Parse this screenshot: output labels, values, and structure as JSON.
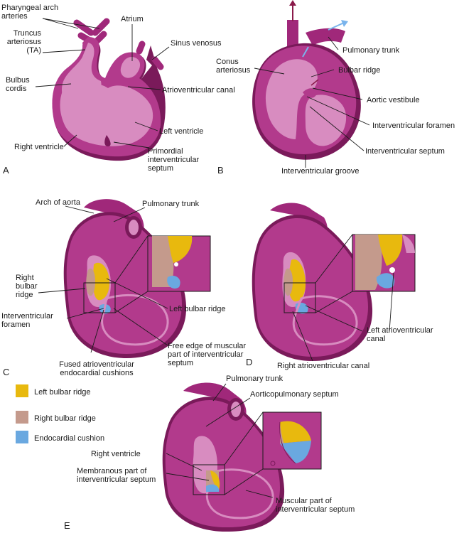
{
  "colors": {
    "heart_dark": "#7a1a5a",
    "heart_mid": "#a0287a",
    "heart_main": "#b23a8c",
    "heart_light": "#d88cc0",
    "lumen": "#e9a9d3",
    "left_bulbar_ridge": "#e8b90e",
    "right_bulbar_ridge": "#c49a8c",
    "endocardial_cushion": "#6aa8e0",
    "flow_arrow_red": "#8a1a4a",
    "flow_arrow_blue": "#7ab4ec"
  },
  "panels": {
    "A": {
      "letter": "A",
      "labels": {
        "pharyngeal": "Pharyngeal arch\narteries",
        "truncus": "Truncus\narteriosus\n(TA)",
        "bulbus": "Bulbus\ncordis",
        "right_ventricle": "Right ventricle",
        "atrium": "Atrium",
        "sinus_venosus": "Sinus venosus",
        "av_canal": "Atrioventricular canal",
        "left_ventricle": "Left ventricle",
        "primordial_iv_septum": "Primordial\ninterventricular\nseptum"
      }
    },
    "B": {
      "letter": "B",
      "labels": {
        "pulmonary_trunk": "Pulmonary trunk",
        "conus": "Conus\narteriosus",
        "bulbar_ridge": "Bulbar ridge",
        "aortic_vestibule": "Aortic vestibule",
        "iv_foramen": "Interventricular foramen",
        "iv_septum": "Interventricular septum",
        "iv_groove": "Interventricular groove"
      }
    },
    "C": {
      "letter": "C",
      "labels": {
        "arch_of_aorta": "Arch of aorta",
        "pulmonary_trunk": "Pulmonary trunk",
        "right_bulbar_ridge": "Right\nbulbar\nridge",
        "iv_foramen": "Interventricular\nforamen",
        "left_bulbar_ridge": "Left bulbar ridge",
        "fused_cushions": "Fused atrioventricular\nendocardial cushions",
        "free_edge": "Free edge of muscular\npart of interventricular\nseptum"
      }
    },
    "D": {
      "letter": "D",
      "labels": {
        "left_av_canal": "Left atrioventricular\ncanal",
        "right_av_canal": "Right atrioventricular canal"
      }
    },
    "E": {
      "letter": "E",
      "labels": {
        "pulmonary_trunk": "Pulmonary trunk",
        "aorticopulmonary_septum": "Aorticopulmonary septum",
        "right_ventricle": "Right ventricle",
        "membranous_part": "Membranous part of\ninterventricular septum",
        "muscular_part": "Muscular part of\ninterventricular septum"
      }
    }
  },
  "legend": [
    {
      "label": "Left bulbar ridge",
      "color_key": "left_bulbar_ridge"
    },
    {
      "label": "Right bulbar ridge",
      "color_key": "right_bulbar_ridge"
    },
    {
      "label": "Endocardial cushion",
      "color_key": "endocardial_cushion"
    }
  ]
}
